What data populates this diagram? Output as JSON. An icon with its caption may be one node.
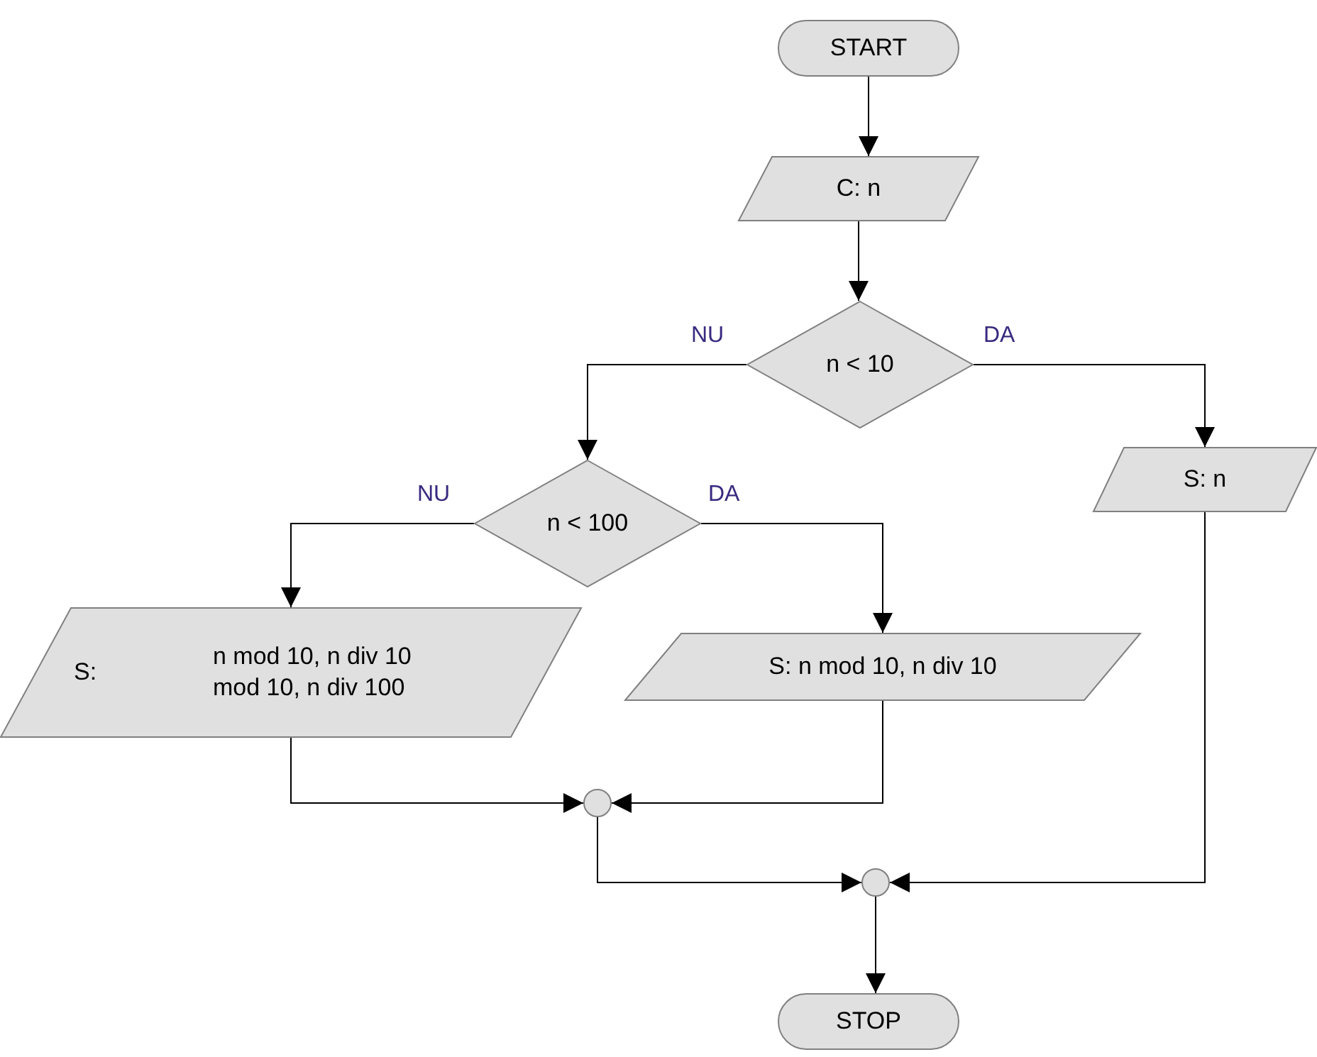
{
  "diagram": {
    "nodes": [
      {
        "text": [
          "START"
        ]
      },
      {
        "text": [
          "C: n"
        ]
      },
      {
        "text": [
          "n < 10"
        ]
      },
      {
        "text": [
          "n < 100"
        ]
      },
      {
        "text": [
          "S: n"
        ]
      },
      {
        "text": [
          "S:",
          "n mod 10, n div 10 mod 10, n div 100"
        ]
      },
      {
        "text": [
          "S: n mod 10, n div 10"
        ]
      },
      {
        "text": [],
        "shape": "circle"
      },
      {
        "text": [],
        "shape": "circle"
      },
      {
        "text": [
          "STOP"
        ]
      }
    ],
    "edges": [
      {
        "from": 0,
        "to": 1,
        "arrow": "to"
      },
      {
        "from": 1,
        "to": 2,
        "arrow": "to"
      },
      {
        "from": 2,
        "to": 3,
        "arrow": "to",
        "label": "NU"
      },
      {
        "from": 2,
        "to": 4,
        "arrow": "to",
        "label": "DA"
      },
      {
        "from": 3,
        "to": 5,
        "arrow": "to",
        "label": "NU"
      },
      {
        "from": 3,
        "to": 6,
        "arrow": "to",
        "label": "DA"
      },
      {
        "from": 5,
        "to": 7,
        "arrow": "to"
      },
      {
        "from": 6,
        "to": 7,
        "arrow": "to"
      },
      {
        "from": 7,
        "to": 8,
        "arrow": "to"
      },
      {
        "from": 4,
        "to": 8,
        "arrow": "to"
      },
      {
        "from": 8,
        "to": 9,
        "arrow": "to"
      }
    ]
  }
}
